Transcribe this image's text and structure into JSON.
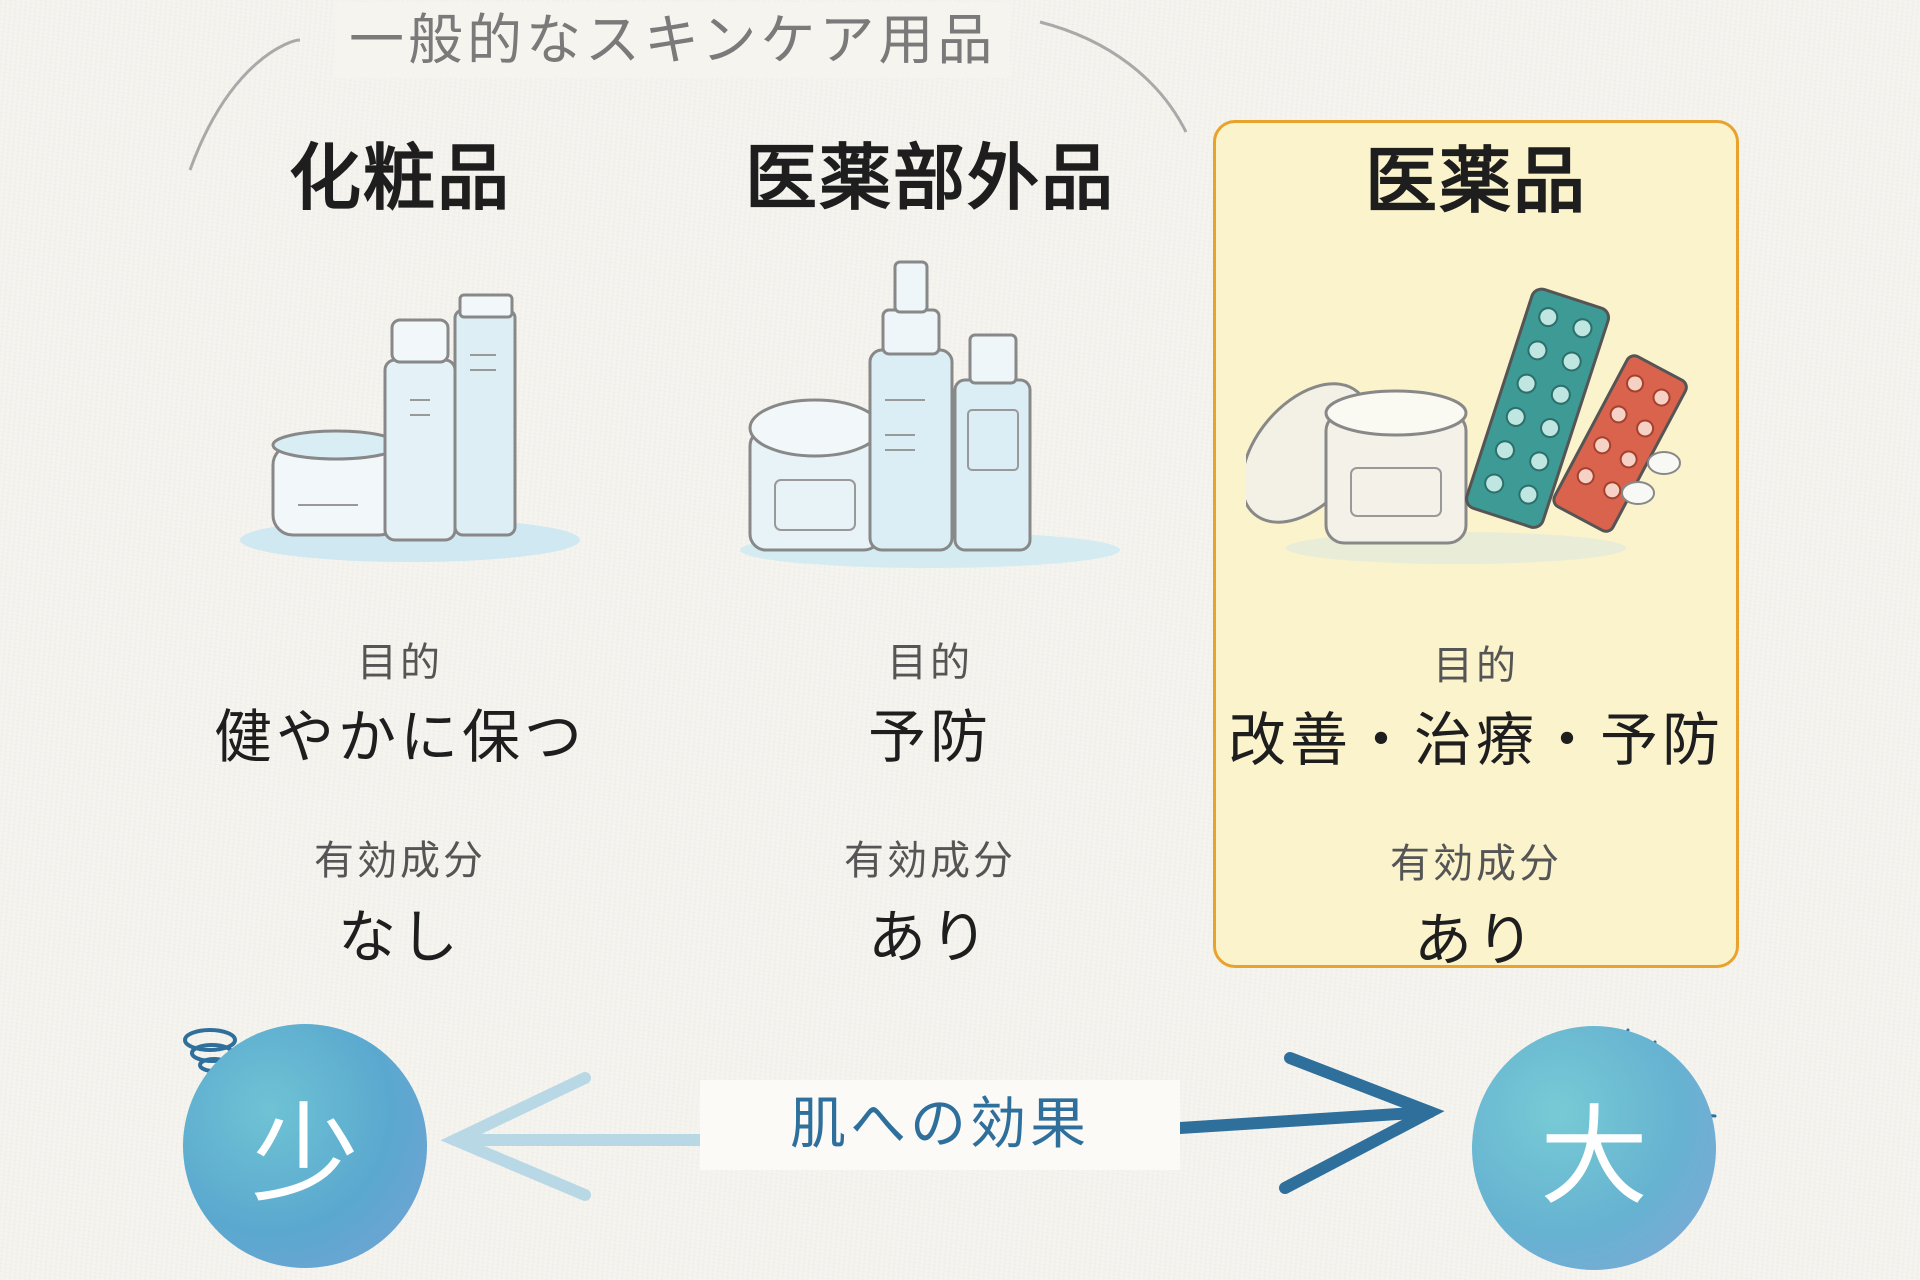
{
  "group": {
    "label": "一般的なスキンケア用品"
  },
  "categories": [
    {
      "title": "化粧品",
      "purpose_label": "目的",
      "purpose": "健やかに保つ",
      "ingredient_label": "有効成分",
      "ingredient": "なし",
      "illustration": "cosmetics-jars-icon",
      "highlighted": false
    },
    {
      "title": "医薬部外品",
      "purpose_label": "目的",
      "purpose": "予防",
      "ingredient_label": "有効成分",
      "ingredient": "あり",
      "illustration": "quasi-drug-bottles-icon",
      "highlighted": false
    },
    {
      "title": "医薬品",
      "purpose_label": "目的",
      "purpose": "改善・治療・予防",
      "ingredient_label": "有効成分",
      "ingredient": "あり",
      "illustration": "medicine-pills-icon",
      "highlighted": true
    }
  ],
  "effect": {
    "label": "肌への効果",
    "low": "少",
    "high": "大"
  },
  "colors": {
    "background": "#f6f4ef",
    "highlight_fill": "#fbf3cc",
    "highlight_border": "#e9a32c",
    "accent_blue": "#2f6f9c",
    "circle_blue": "#5aa8cf",
    "arrow_light": "#b9d8e6",
    "arrow_dark": "#2f6f9c"
  }
}
